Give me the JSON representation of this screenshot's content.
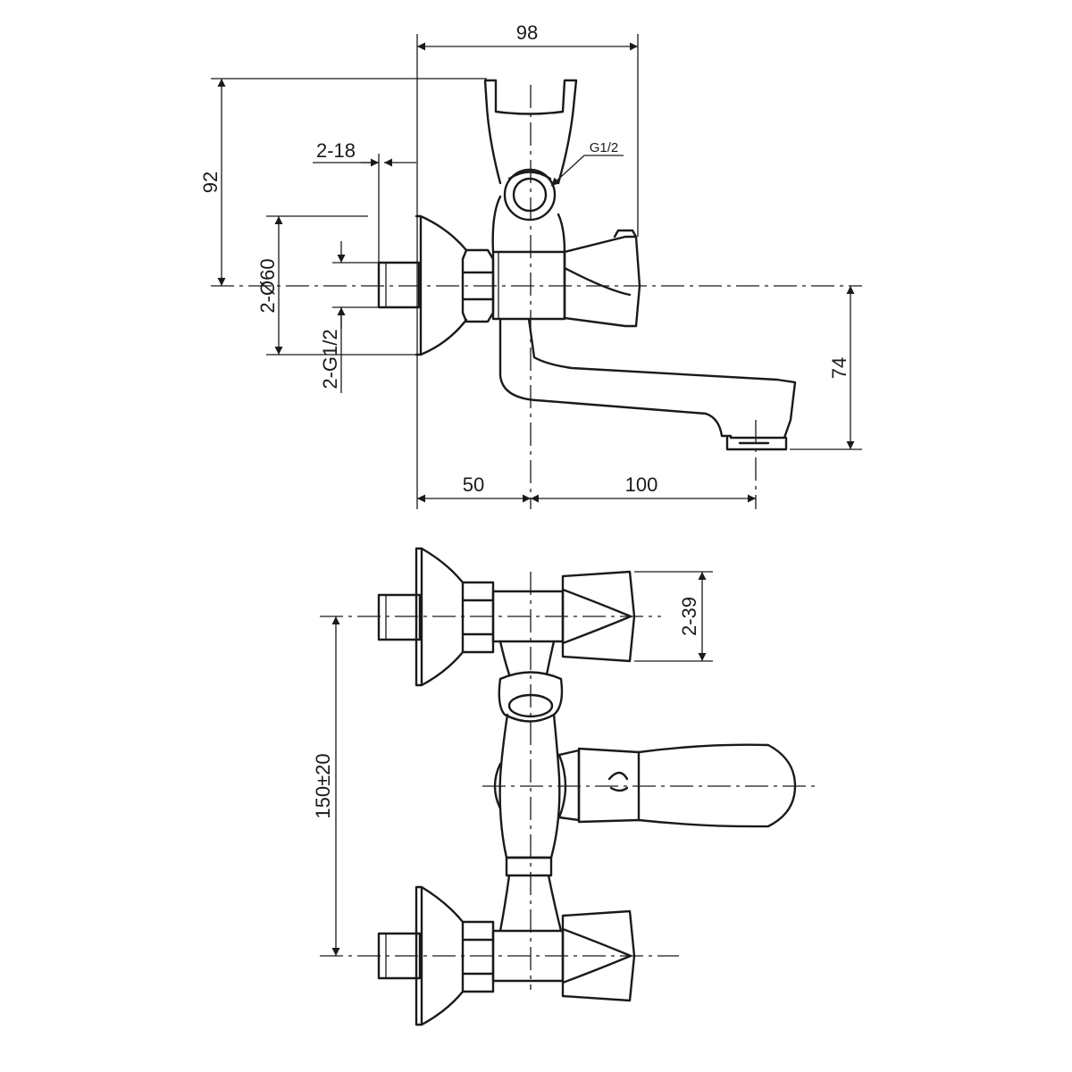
{
  "top_view": {
    "dim_width": "98",
    "dim_height": "92",
    "dim_nut": "2-18",
    "dim_thread": "G1/2",
    "dim_flange": "2-Ø60",
    "dim_inlet": "2-G1/2",
    "dim_spout_height": "74",
    "dim_left": "50",
    "dim_right": "100"
  },
  "front_view": {
    "dim_handle": "2-39",
    "dim_spacing": "150±20"
  }
}
